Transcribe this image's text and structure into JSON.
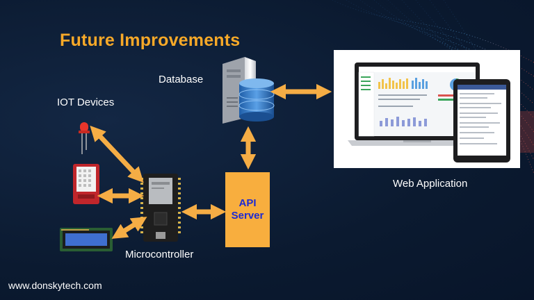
{
  "title": "Future Improvements",
  "labels": {
    "database": "Database",
    "iot_devices": "IOT Devices",
    "microcontroller": "Microcontroller",
    "web_application": "Web Application"
  },
  "api_server": {
    "line1": "API",
    "line2": "Server"
  },
  "footer": "www.donskytech.com",
  "colors": {
    "background": "#0b1a30",
    "accent": "#f7a928",
    "arrow": "#f5ad45",
    "api_box": "#f8ae3e",
    "api_text": "#1d2ad3"
  },
  "icons": [
    "led-icon",
    "sensor-icon",
    "lcd-icon",
    "microcontroller-icon",
    "database-server-icon",
    "laptop-icon",
    "tablet-icon"
  ]
}
